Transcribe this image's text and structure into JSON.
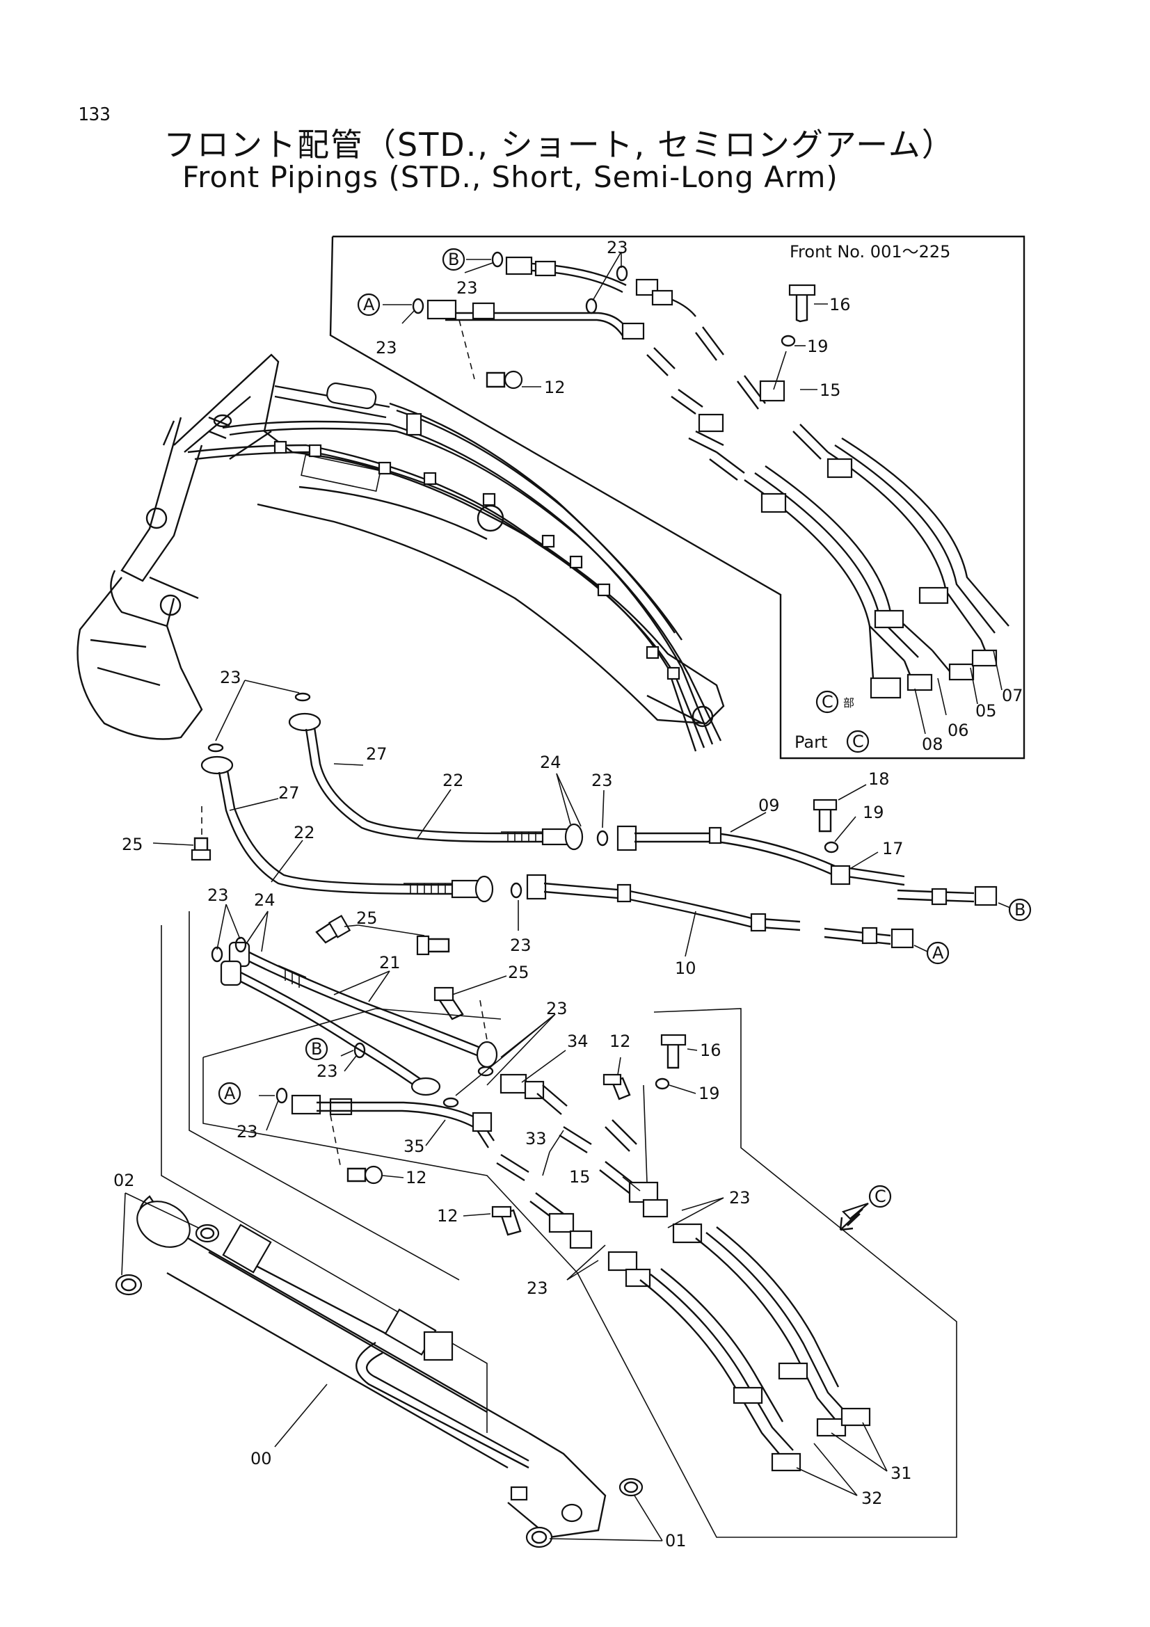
{
  "page_number": "133",
  "title_jp": "フロント配管（STD., ショート, セミロングアーム）",
  "title_en": "Front Pipings (STD., Short, Semi-Long Arm)",
  "inset_header": "Front No. 001～225",
  "part_c_label": "Part",
  "part_c_letter": "C",
  "part_c_note": "部",
  "markers": {
    "A": "A",
    "B": "B",
    "C": "C"
  },
  "callouts": {
    "c23": "23",
    "c16": "16",
    "c19": "19",
    "c15": "15",
    "c12": "12",
    "c07": "07",
    "c05": "05",
    "c06": "06",
    "c08": "08",
    "c27": "27",
    "c22": "22",
    "c24": "24",
    "c25": "25",
    "c18": "18",
    "c17": "17",
    "c09": "09",
    "c10": "10",
    "c21": "21",
    "c34": "34",
    "c33": "33",
    "c35": "35",
    "c02": "02",
    "c00": "00",
    "c01": "01",
    "c31": "31",
    "c32": "32"
  }
}
